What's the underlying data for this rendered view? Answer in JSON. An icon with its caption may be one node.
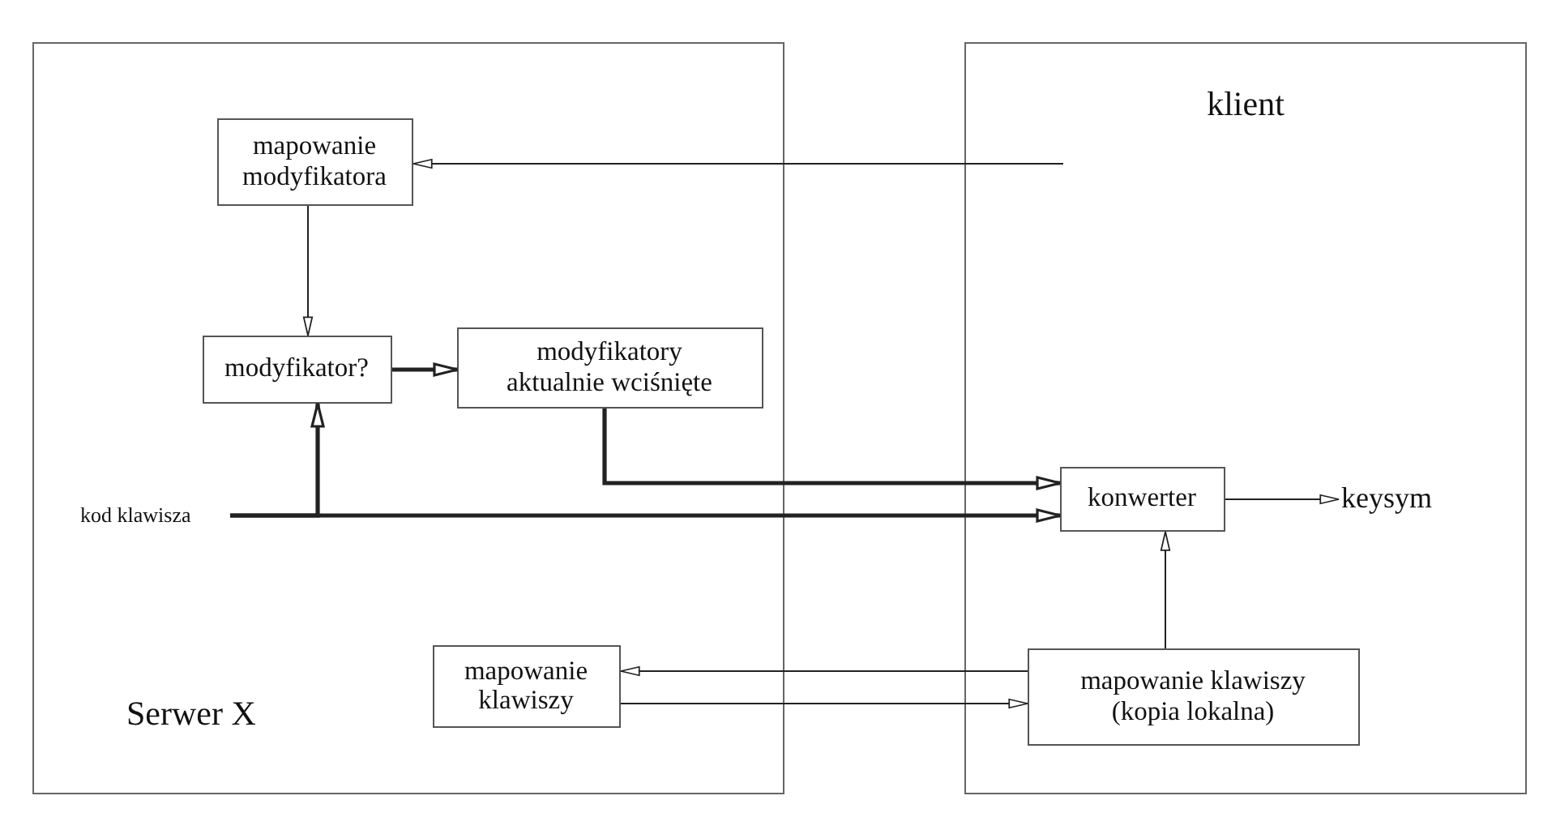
{
  "diagram": {
    "nodes": [
      {
        "text": [
          "Serwer X"
        ]
      },
      {
        "text": [
          "klient"
        ]
      },
      {
        "text": [
          "mapowanie modyfikatora"
        ],
        "in": 0
      },
      {
        "text": [
          "modyfikator?"
        ],
        "in": 0
      },
      {
        "text": [
          "modyfikatory aktualnie wciśnięte"
        ],
        "in": 0
      },
      {
        "text": [
          "kod klawisza"
        ],
        "in": 0
      },
      {
        "text": [
          "konwerter"
        ],
        "in": 1
      },
      {
        "text": [
          "keysym"
        ],
        "in": 1
      },
      {
        "text": [
          "mapowanie klawiszy"
        ],
        "in": 0
      },
      {
        "text": [
          "mapowanie klawiszy (kopia lokalna)"
        ],
        "in": 1
      }
    ],
    "edges": [
      {
        "from": null,
        "to": 2,
        "arrow": "to"
      },
      {
        "from": 2,
        "to": 3,
        "arrow": "to"
      },
      {
        "from": 3,
        "to": 4,
        "arrow": "to",
        "style": "thick"
      },
      {
        "from": 5,
        "to": 3,
        "arrow": "to",
        "style": "thick"
      },
      {
        "from": 5,
        "to": 6,
        "arrow": "to",
        "style": "thick"
      },
      {
        "from": 4,
        "to": 6,
        "arrow": "to",
        "style": "thick"
      },
      {
        "from": 6,
        "to": 7,
        "arrow": "to"
      },
      {
        "from": 9,
        "to": 6,
        "arrow": "to"
      },
      {
        "from": 9,
        "to": 8,
        "arrow": "to"
      },
      {
        "from": 8,
        "to": 9,
        "arrow": "to"
      }
    ]
  }
}
